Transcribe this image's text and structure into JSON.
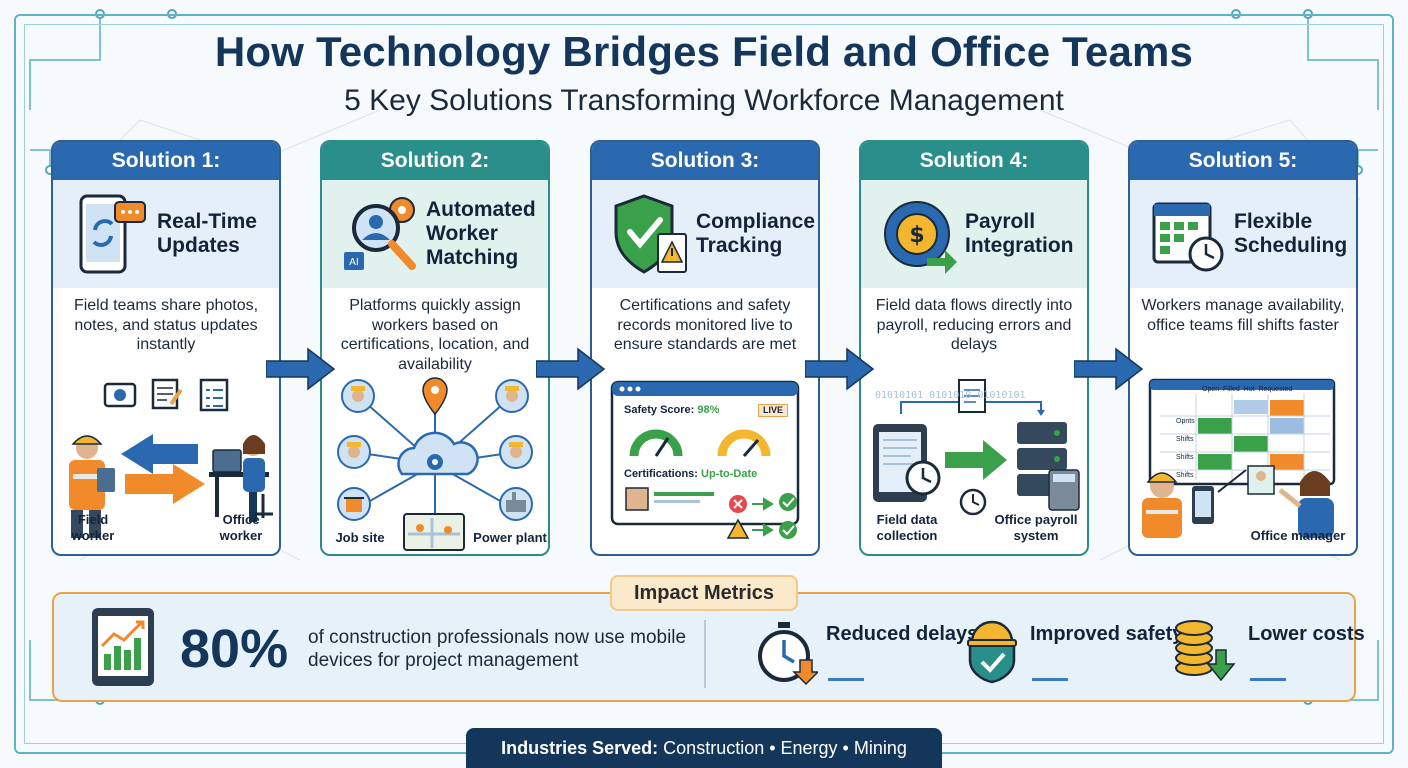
{
  "header": {
    "title": "How Technology Bridges Field and Office Teams",
    "subtitle": "5 Key Solutions Transforming Workforce Management"
  },
  "solutions": [
    {
      "label": "Solution 1:",
      "title": "Real-Time Updates",
      "description": "Field teams share photos, notes, and status updates instantly",
      "illustration_labels": [
        "Field worker",
        "Office worker"
      ],
      "icon": "phone-sync-icon"
    },
    {
      "label": "Solution 2:",
      "title": "Automated Worker Matching",
      "description": "Platforms quickly assign workers based on certifications, location, and availability",
      "illustration_labels": [
        "Job site",
        "Power plant"
      ],
      "icon": "magnifier-gear-icon"
    },
    {
      "label": "Solution 3:",
      "title": "Compliance Tracking",
      "description": "Certifications and safety records monitored live to ensure standards are met",
      "dashboard": {
        "safety_score_label": "Safety Score:",
        "safety_score_value": "98%",
        "live_badge": "LIVE",
        "cert_label": "Certifications:",
        "cert_value": "Up-to-Date"
      },
      "icon": "shield-check-icon"
    },
    {
      "label": "Solution 4:",
      "title": "Payroll Integration",
      "description": "Field data flows directly into payroll, reducing errors and delays",
      "illustration_labels": [
        "Field data collection",
        "Office payroll system"
      ],
      "binary_text": "01010101 0101010 01010101",
      "icon": "dollar-gear-icon"
    },
    {
      "label": "Solution 5:",
      "title": "Flexible Scheduling",
      "description": "Workers manage availability, office teams fill shifts faster",
      "schedule": {
        "legend": [
          "Open",
          "Filled",
          "Hot",
          "Requested"
        ],
        "rows": [
          "Opnts",
          "Shifts",
          "Shifts",
          "Shifts"
        ]
      },
      "illustration_labels": [
        "Office manager"
      ],
      "icon": "calendar-clock-icon"
    }
  ],
  "metrics": {
    "tag": "Impact Metrics",
    "big_value": "80%",
    "big_text": "of construction professionals now use mobile devices for project management",
    "items": [
      {
        "label": "Reduced delays",
        "icon": "stopwatch-down-icon"
      },
      {
        "label": "Improved safety",
        "icon": "hardhat-shield-icon"
      },
      {
        "label": "Lower costs",
        "icon": "coins-down-icon"
      }
    ]
  },
  "footer": {
    "prefix": "Industries Served:",
    "text": "Construction • Energy • Mining"
  },
  "colors": {
    "navy": "#13365a",
    "blue": "#2a69b0",
    "teal": "#2a8e8b",
    "orange": "#e9a24a",
    "green": "#3aa14a"
  }
}
